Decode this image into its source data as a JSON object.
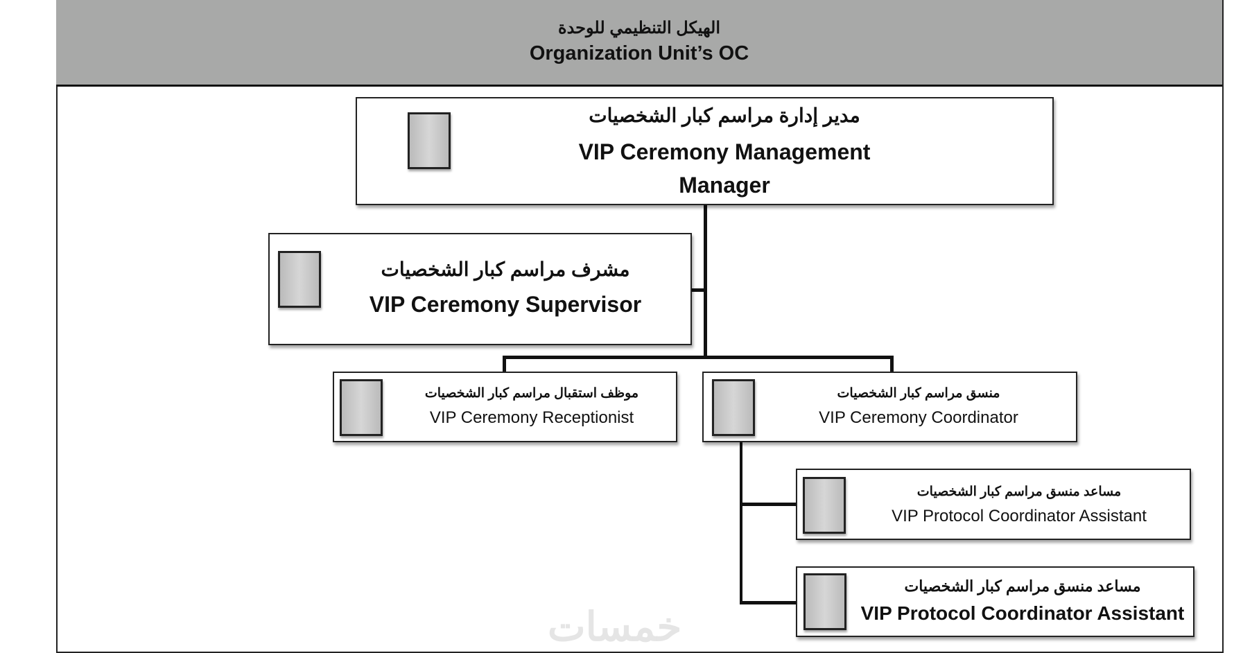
{
  "header": {
    "title_ar": "الهيكل التنظيمي للوحدة",
    "title_en": "Organization Unit’s OC"
  },
  "positions": [
    {
      "ar": "مدير إدارة مراسم كبار الشخصيات",
      "en": "VIP Ceremony Management Manager"
    },
    {
      "ar": "مشرف مراسم كبار الشخصيات",
      "en": "VIP Ceremony Supervisor"
    },
    {
      "ar": "موظف استقبال مراسم كبار الشخصيات",
      "en": "VIP Ceremony Receptionist"
    },
    {
      "ar": "منسق مراسم كبار الشخصيات",
      "en": "VIP Ceremony Coordinator"
    },
    {
      "ar": "مساعد منسق مراسم كبار الشخصيات",
      "en": "VIP Protocol Coordinator Assistant"
    },
    {
      "ar": "مساعد منسق مراسم كبار الشخصيات",
      "en": "VIP Protocol Coordinator Assistant"
    }
  ],
  "watermark": "خمسات"
}
